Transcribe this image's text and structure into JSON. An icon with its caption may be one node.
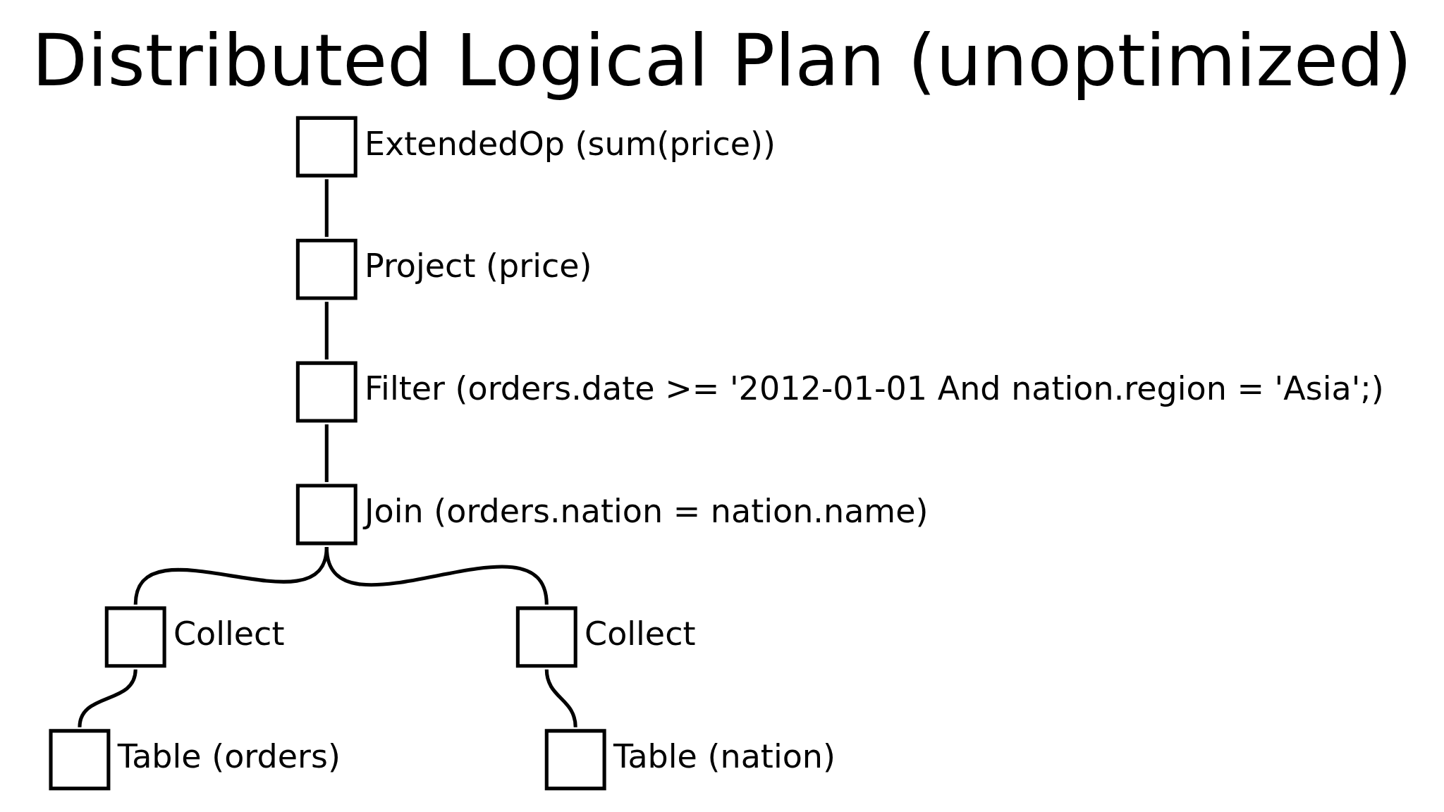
{
  "diagram": {
    "title": "Distributed Logical Plan (unoptimized)",
    "nodes": [
      {
        "text": [],
        "shape": "box",
        "beside": [
          "ExtendedOp (sum(price))"
        ]
      },
      {
        "text": [],
        "shape": "box",
        "beside": [
          "Project (price)"
        ]
      },
      {
        "text": [],
        "shape": "box",
        "beside": [
          "Filter (orders.date >= '2012-01-01 And nation.region = 'Asia';)"
        ]
      },
      {
        "text": [],
        "shape": "box",
        "beside": [
          "Join (orders.nation = nation.name)"
        ]
      },
      {
        "text": [],
        "shape": "box",
        "beside": [
          "Collect"
        ]
      },
      {
        "text": [],
        "shape": "box",
        "beside": [
          "Collect"
        ]
      },
      {
        "text": [],
        "shape": "box",
        "beside": [
          "Table (orders)"
        ]
      },
      {
        "text": [],
        "shape": "box",
        "beside": [
          "Table (nation)"
        ]
      }
    ],
    "edges": [
      {
        "from": 0,
        "to": 1,
        "arrow": "none"
      },
      {
        "from": 1,
        "to": 2,
        "arrow": "none"
      },
      {
        "from": 2,
        "to": 3,
        "arrow": "none"
      },
      {
        "from": 3,
        "to": 4,
        "arrow": "none"
      },
      {
        "from": 3,
        "to": 5,
        "arrow": "none"
      },
      {
        "from": 4,
        "to": 6,
        "arrow": "none"
      },
      {
        "from": 5,
        "to": 7,
        "arrow": "none"
      }
    ]
  }
}
